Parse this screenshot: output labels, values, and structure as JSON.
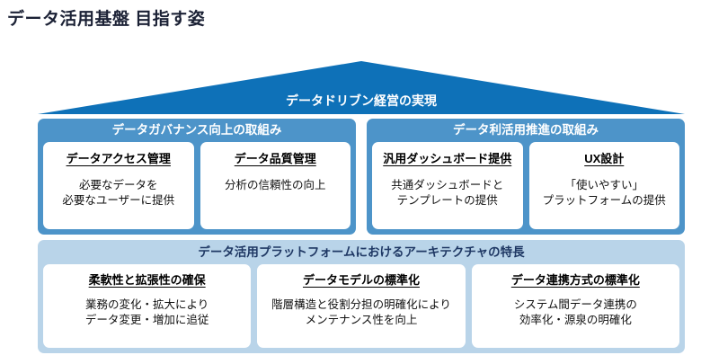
{
  "page_title": "データ活用基盤 目指す姿",
  "roof": {
    "label": "データドリブン経営の実現"
  },
  "sections": [
    {
      "header": "データガバナンス向上の取組み",
      "cards": [
        {
          "title": "データアクセス管理",
          "body_lines": [
            "必要なデータを",
            "必要なユーザーに提供"
          ]
        },
        {
          "title": "データ品質管理",
          "body_lines": [
            "分析の信頼性の向上"
          ]
        }
      ]
    },
    {
      "header": "データ利活用推進の取組み",
      "cards": [
        {
          "title": "汎用ダッシュボード提供",
          "body_lines": [
            "共通ダッシュボードと",
            "テンプレートの提供"
          ]
        },
        {
          "title": "UX設計",
          "body_lines": [
            "「使いやすい」",
            "プラットフォームの提供"
          ]
        }
      ]
    }
  ],
  "foundation": {
    "header": "データ活用プラットフォームにおけるアーキテクチャの特長",
    "cards": [
      {
        "title": "柔軟性と拡張性の確保",
        "body_lines": [
          "業務の変化・拡大により",
          "データ変更・増加に追従"
        ]
      },
      {
        "title": "データモデルの標準化",
        "body_lines": [
          "階層構造と役割分担の明確化により",
          "メンテナンス性を向上"
        ]
      },
      {
        "title": "データ連携方式の標準化",
        "body_lines": [
          "システム間データ連携の",
          "効率化・源泉の明確化"
        ]
      }
    ]
  },
  "colors": {
    "roof_blue": "#0e71b8",
    "panel_blue": "#4d94c9",
    "panel_light_blue": "#b9d4e9",
    "heading_navy": "#1f3864",
    "title_text": "#1b2135",
    "card_background": "#ffffff"
  }
}
